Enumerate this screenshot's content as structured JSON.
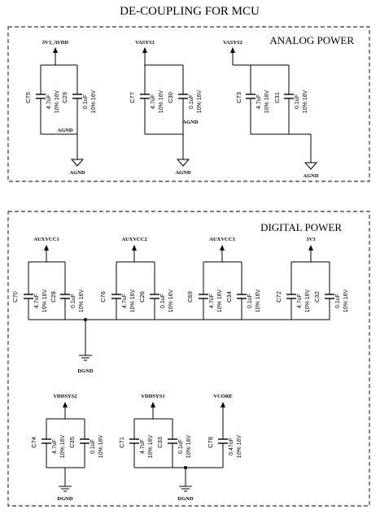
{
  "title": "DE-COUPLING FOR MCU",
  "analog": {
    "heading": "ANALOG POWER",
    "nets": {
      "n1": "3V3_AVDD",
      "n2": "VASYS1",
      "n3": "VASYS2"
    },
    "grounds": {
      "g1": "AGND",
      "g2": "AGND",
      "g3": "AGND",
      "g4": "AGND",
      "g5": "AGND"
    },
    "caps": {
      "c75": {
        "ref": "C75",
        "v1": "4.7uF",
        "v2": "10% 16V"
      },
      "c29": {
        "ref": "C29",
        "v1": "0.1uF",
        "v2": "10% 16V"
      },
      "c77": {
        "ref": "C77",
        "v1": "4.7uF",
        "v2": "10% 16V"
      },
      "c30": {
        "ref": "C30",
        "v1": "0.1uF",
        "v2": "10% 16V"
      },
      "c73": {
        "ref": "C73",
        "v1": "4.7uF",
        "v2": "10% 16V"
      },
      "c31": {
        "ref": "C31",
        "v1": "0.1uF",
        "v2": "10% 16V"
      }
    }
  },
  "digital": {
    "heading": "DIGITAL POWER",
    "nets": {
      "n1": "AUXVCC1",
      "n2": "AUXVCC2",
      "n3": "AUXVCC3",
      "n4": "3V3",
      "n5": "VDDSYS2",
      "n6": "VDDSYS1",
      "n7": "VCORE"
    },
    "grounds": {
      "g1": "DGND",
      "g2": "DGND",
      "g3": "DGND"
    },
    "caps": {
      "c70": {
        "ref": "C70",
        "v1": "4.7uF",
        "v2": "10% 16V"
      },
      "c28": {
        "ref": "C28",
        "v1": "0.1uF",
        "v2": "10% 16V"
      },
      "c76": {
        "ref": "C76",
        "v1": "4.7uF",
        "v2": "10% 16V"
      },
      "c26": {
        "ref": "C26",
        "v1": "0.1uF",
        "v2": "10% 16V"
      },
      "c69": {
        "ref": "C69",
        "v1": "4.7uF",
        "v2": "10% 16V"
      },
      "c34": {
        "ref": "C34",
        "v1": "0.1uF",
        "v2": "10% 16V"
      },
      "c72": {
        "ref": "C72",
        "v1": "4.7uF",
        "v2": "10% 16V"
      },
      "c32": {
        "ref": "C32",
        "v1": "0.1uF",
        "v2": "10% 16V"
      },
      "c74": {
        "ref": "C74",
        "v1": "4.7uF",
        "v2": "10% 16V"
      },
      "c35": {
        "ref": "C35",
        "v1": "0.1uF",
        "v2": "10% 16V"
      },
      "c71": {
        "ref": "C71",
        "v1": "4.7uF",
        "v2": "10% 16V"
      },
      "c33": {
        "ref": "C33",
        "v1": "0.1uF",
        "v2": "10% 16V"
      },
      "c78": {
        "ref": "C78",
        "v1": "0.47uF",
        "v2": "10% 16V"
      }
    }
  }
}
